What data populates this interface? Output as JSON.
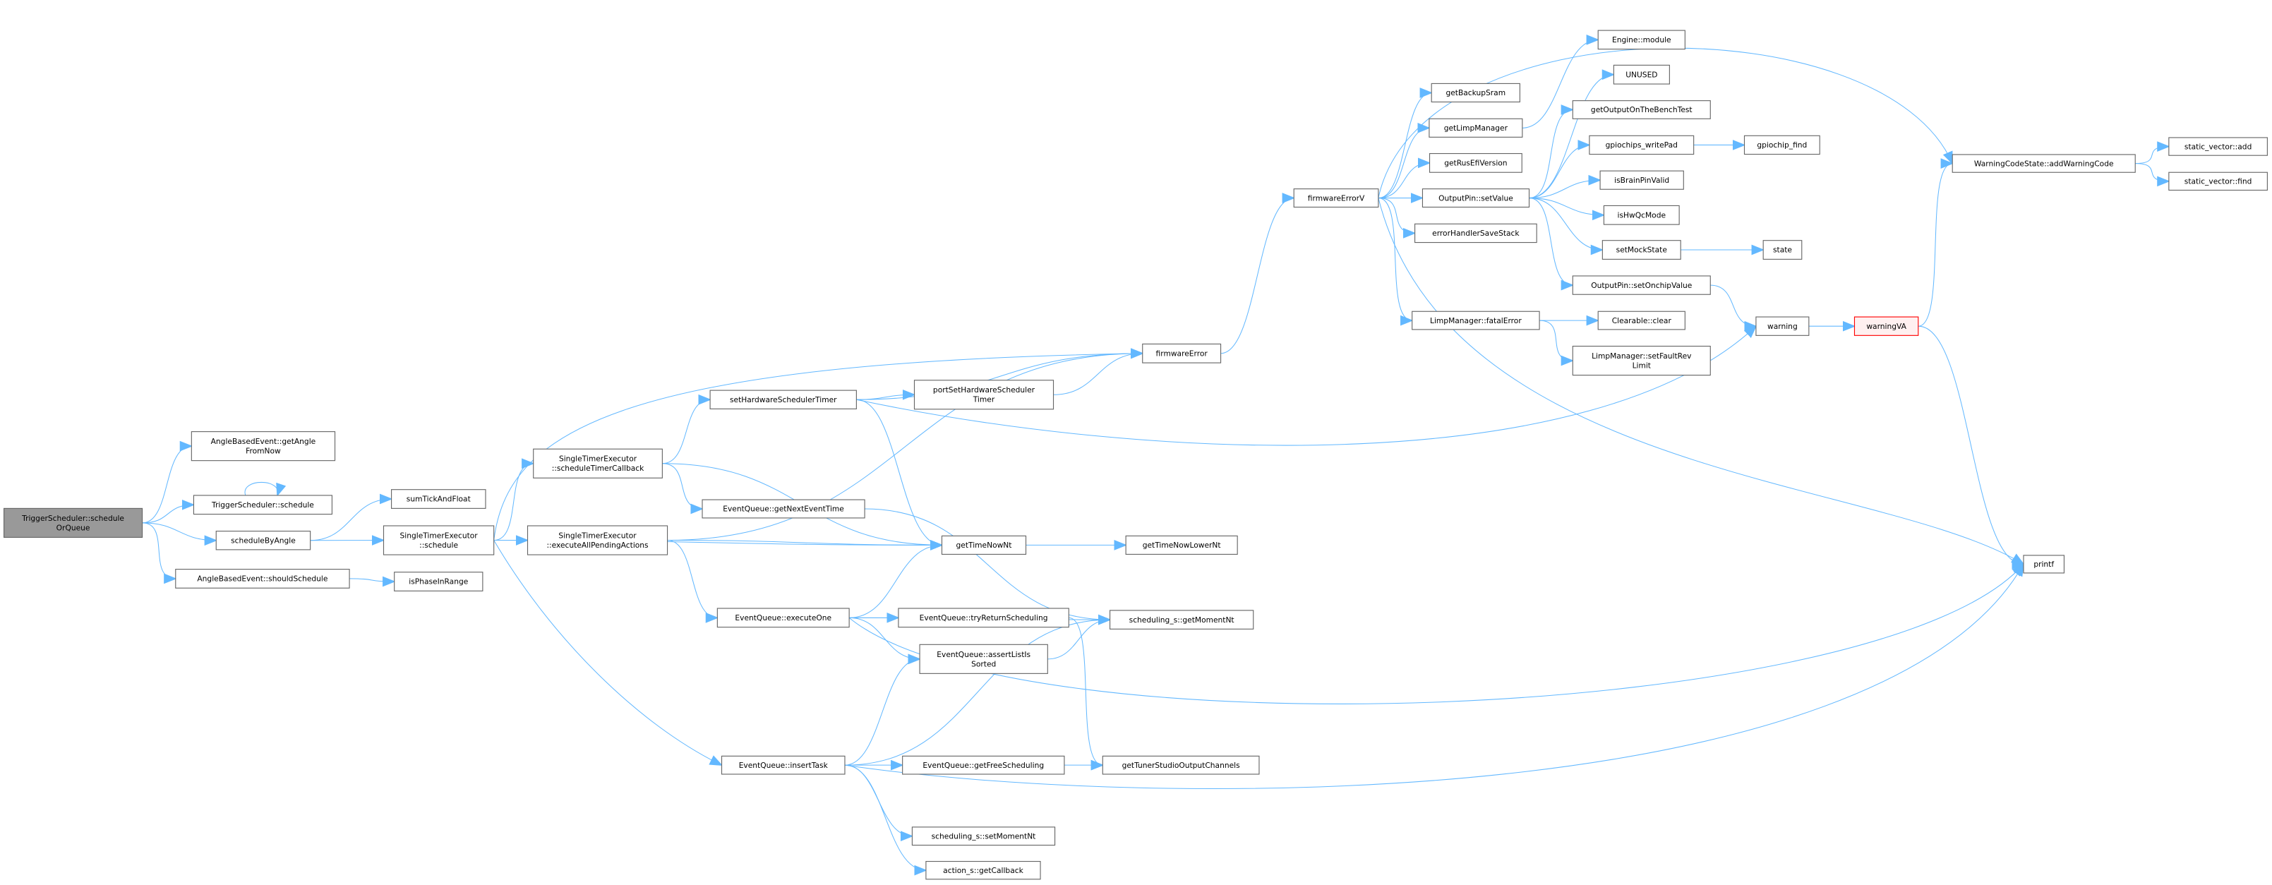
{
  "colors": {
    "edge": "#63b8ff",
    "root_fill": "#999999",
    "highlight_fill": "#fff0f0",
    "highlight_stroke": "#ff0000",
    "border": "#666666"
  },
  "nodes": [
    {
      "id": "ts_soq",
      "lines": [
        "TriggerScheduler::schedule",
        "OrQueue"
      ],
      "style": "root"
    },
    {
      "id": "abe_gafn",
      "lines": [
        "AngleBasedEvent::getAngle",
        "FromNow"
      ]
    },
    {
      "id": "ts_s",
      "lines": [
        "TriggerScheduler::schedule"
      ]
    },
    {
      "id": "sba",
      "lines": [
        "scheduleByAngle"
      ]
    },
    {
      "id": "abe_ss",
      "lines": [
        "AngleBasedEvent::shouldSchedule"
      ]
    },
    {
      "id": "stf",
      "lines": [
        "sumTickAndFloat"
      ]
    },
    {
      "id": "ipir",
      "lines": [
        "isPhaseInRange"
      ]
    },
    {
      "id": "ste_s",
      "lines": [
        "SingleTimerExecutor",
        "::schedule"
      ]
    },
    {
      "id": "ste_stc",
      "lines": [
        "SingleTimerExecutor",
        "::scheduleTimerCallback"
      ]
    },
    {
      "id": "ste_eapa",
      "lines": [
        "SingleTimerExecutor",
        "::executeAllPendingActions"
      ]
    },
    {
      "id": "shst",
      "lines": [
        "setHardwareSchedulerTimer"
      ]
    },
    {
      "id": "pshst",
      "lines": [
        "portSetHardwareScheduler",
        "Timer"
      ]
    },
    {
      "id": "fe",
      "lines": [
        "firmwareError"
      ]
    },
    {
      "id": "eq_gnet",
      "lines": [
        "EventQueue::getNextEventTime"
      ]
    },
    {
      "id": "gtnn",
      "lines": [
        "getTimeNowNt"
      ]
    },
    {
      "id": "gtnln",
      "lines": [
        "getTimeNowLowerNt"
      ]
    },
    {
      "id": "eq_eo",
      "lines": [
        "EventQueue::executeOne"
      ]
    },
    {
      "id": "eq_trs",
      "lines": [
        "EventQueue::tryReturnScheduling"
      ]
    },
    {
      "id": "ss_gmn",
      "lines": [
        "scheduling_s::getMomentNt"
      ]
    },
    {
      "id": "eq_alis",
      "lines": [
        "EventQueue::assertListIs",
        "Sorted"
      ]
    },
    {
      "id": "eq_it",
      "lines": [
        "EventQueue::insertTask"
      ]
    },
    {
      "id": "eq_gfs",
      "lines": [
        "EventQueue::getFreeScheduling"
      ]
    },
    {
      "id": "gtsoc",
      "lines": [
        "getTunerStudioOutputChannels"
      ]
    },
    {
      "id": "ss_smn",
      "lines": [
        "scheduling_s::setMomentNt"
      ]
    },
    {
      "id": "as_gc",
      "lines": [
        "action_s::getCallback"
      ]
    },
    {
      "id": "fev",
      "lines": [
        "firmwareErrorV"
      ]
    },
    {
      "id": "gbs",
      "lines": [
        "getBackupSram"
      ]
    },
    {
      "id": "glm",
      "lines": [
        "getLimpManager"
      ]
    },
    {
      "id": "grev",
      "lines": [
        "getRusEfiVersion"
      ]
    },
    {
      "id": "op_sv",
      "lines": [
        "OutputPin::setValue"
      ]
    },
    {
      "id": "ehss",
      "lines": [
        "errorHandlerSaveStack"
      ]
    },
    {
      "id": "lm_fe",
      "lines": [
        "LimpManager::fatalError"
      ]
    },
    {
      "id": "e_m",
      "lines": [
        "Engine::module"
      ]
    },
    {
      "id": "unused",
      "lines": [
        "UNUSED"
      ]
    },
    {
      "id": "gootbt",
      "lines": [
        "getOutputOnTheBenchTest"
      ]
    },
    {
      "id": "gwp",
      "lines": [
        "gpiochips_writePad"
      ]
    },
    {
      "id": "gf",
      "lines": [
        "gpiochip_find"
      ]
    },
    {
      "id": "ibpv",
      "lines": [
        "isBrainPinValid"
      ]
    },
    {
      "id": "ihqm",
      "lines": [
        "isHwQcMode"
      ]
    },
    {
      "id": "sms",
      "lines": [
        "setMockState"
      ]
    },
    {
      "id": "state",
      "lines": [
        "state"
      ]
    },
    {
      "id": "op_socv",
      "lines": [
        "OutputPin::setOnchipValue"
      ]
    },
    {
      "id": "c_c",
      "lines": [
        "Clearable::clear"
      ]
    },
    {
      "id": "lm_sfrl",
      "lines": [
        "LimpManager::setFaultRev",
        "Limit"
      ]
    },
    {
      "id": "warning",
      "lines": [
        "warning"
      ]
    },
    {
      "id": "warningva",
      "lines": [
        "warningVA"
      ],
      "style": "highlight"
    },
    {
      "id": "wcs_awc",
      "lines": [
        "WarningCodeState::addWarningCode"
      ]
    },
    {
      "id": "sv_add",
      "lines": [
        "static_vector::add"
      ]
    },
    {
      "id": "sv_find",
      "lines": [
        "static_vector::find"
      ]
    },
    {
      "id": "printf",
      "lines": [
        "printf"
      ]
    }
  ],
  "edges": [
    [
      "ts_soq",
      "abe_gafn"
    ],
    [
      "ts_soq",
      "ts_s"
    ],
    [
      "ts_soq",
      "sba"
    ],
    [
      "ts_soq",
      "abe_ss"
    ],
    [
      "ts_s",
      "ts_s"
    ],
    [
      "sba",
      "stf"
    ],
    [
      "sba",
      "ste_s"
    ],
    [
      "abe_ss",
      "ipir"
    ],
    [
      "ste_s",
      "ste_stc"
    ],
    [
      "ste_s",
      "ste_eapa"
    ],
    [
      "ste_s",
      "fe"
    ],
    [
      "ste_s",
      "gtnn"
    ],
    [
      "ste_s",
      "eq_it"
    ],
    [
      "ste_stc",
      "shst"
    ],
    [
      "ste_stc",
      "eq_gnet"
    ],
    [
      "ste_stc",
      "gtnn"
    ],
    [
      "shst",
      "pshst"
    ],
    [
      "shst",
      "fe"
    ],
    [
      "shst",
      "gtnn"
    ],
    [
      "shst",
      "warning"
    ],
    [
      "pshst",
      "fe"
    ],
    [
      "eq_gnet",
      "ss_gmn"
    ],
    [
      "ste_eapa",
      "fe"
    ],
    [
      "ste_eapa",
      "gtnn"
    ],
    [
      "ste_eapa",
      "eq_eo"
    ],
    [
      "eq_eo",
      "gtnn"
    ],
    [
      "eq_eo",
      "ss_gmn"
    ],
    [
      "eq_eo",
      "eq_trs"
    ],
    [
      "eq_eo",
      "eq_alis"
    ],
    [
      "eq_eo",
      "printf"
    ],
    [
      "eq_trs",
      "gtsoc"
    ],
    [
      "eq_alis",
      "ss_gmn"
    ],
    [
      "gtnn",
      "gtnln"
    ],
    [
      "eq_it",
      "eq_alis"
    ],
    [
      "eq_it",
      "ss_gmn"
    ],
    [
      "eq_it",
      "eq_gfs"
    ],
    [
      "eq_it",
      "printf"
    ],
    [
      "eq_it",
      "ss_smn"
    ],
    [
      "eq_it",
      "as_gc"
    ],
    [
      "eq_gfs",
      "gtsoc"
    ],
    [
      "fe",
      "fev"
    ],
    [
      "fev",
      "gbs"
    ],
    [
      "fev",
      "glm"
    ],
    [
      "fev",
      "grev"
    ],
    [
      "fev",
      "op_sv"
    ],
    [
      "fev",
      "ehss"
    ],
    [
      "fev",
      "lm_fe"
    ],
    [
      "fev",
      "wcs_awc"
    ],
    [
      "fev",
      "printf"
    ],
    [
      "glm",
      "e_m"
    ],
    [
      "op_sv",
      "unused"
    ],
    [
      "op_sv",
      "gootbt"
    ],
    [
      "op_sv",
      "gwp"
    ],
    [
      "op_sv",
      "ibpv"
    ],
    [
      "op_sv",
      "ihqm"
    ],
    [
      "op_sv",
      "sms"
    ],
    [
      "op_sv",
      "op_socv"
    ],
    [
      "gwp",
      "gf"
    ],
    [
      "sms",
      "state"
    ],
    [
      "op_socv",
      "warning"
    ],
    [
      "lm_fe",
      "c_c"
    ],
    [
      "lm_fe",
      "lm_sfrl"
    ],
    [
      "warning",
      "warningva"
    ],
    [
      "warningva",
      "wcs_awc"
    ],
    [
      "warningva",
      "printf"
    ],
    [
      "wcs_awc",
      "sv_add"
    ],
    [
      "wcs_awc",
      "sv_find"
    ]
  ]
}
